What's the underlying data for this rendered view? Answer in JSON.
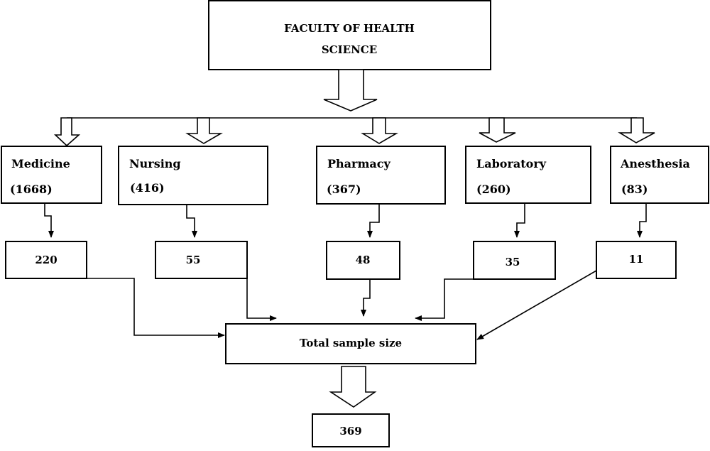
{
  "root": {
    "line1": "FACULTY OF HEALTH",
    "line2": "SCIENCE"
  },
  "departments": [
    {
      "name": "Medicine",
      "population": "(1668)",
      "sample": "220"
    },
    {
      "name": "Nursing",
      "population": "(416)",
      "sample": "55"
    },
    {
      "name": "Pharmacy",
      "population": "(367)",
      "sample": "48"
    },
    {
      "name": "Laboratory",
      "population": "(260)",
      "sample": "35"
    },
    {
      "name": "Anesthesia",
      "population": "(83)",
      "sample": "11"
    }
  ],
  "total": {
    "label": "Total sample size",
    "value": "369"
  }
}
